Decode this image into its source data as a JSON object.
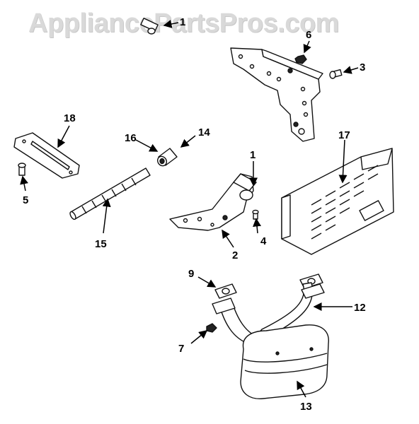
{
  "watermark": "AppliancePartsPros.com",
  "callouts": {
    "p1": "1",
    "p2": "2",
    "p3": "3",
    "p4": "4",
    "p5": "5",
    "p6": "6",
    "p7": "7",
    "p9": "9",
    "p12": "12",
    "p13": "13",
    "p14": "14",
    "p15": "15",
    "p16": "16",
    "p17": "17",
    "p18": "18"
  }
}
